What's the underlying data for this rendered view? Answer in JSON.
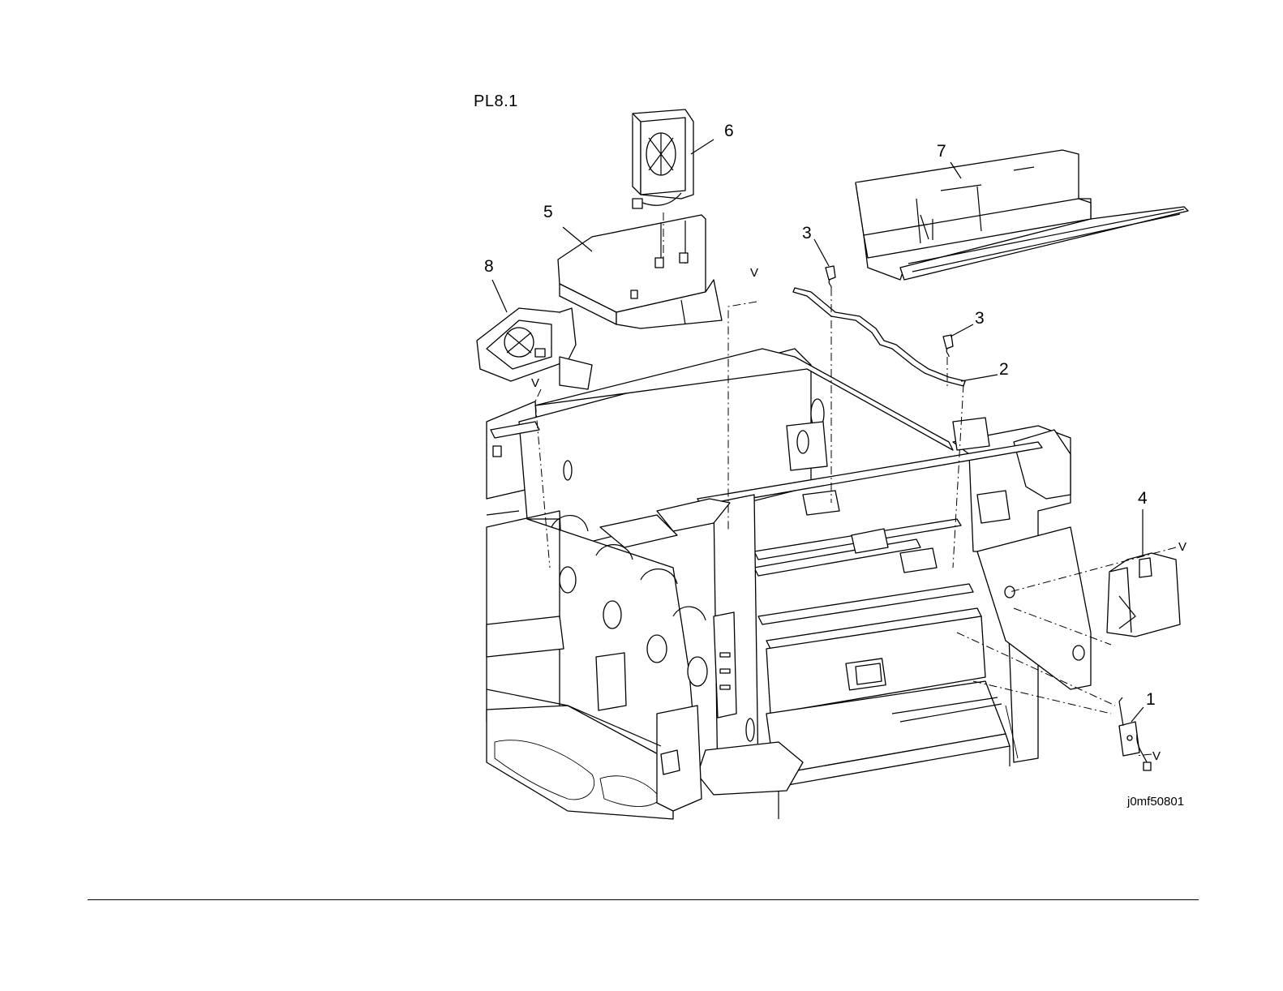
{
  "plate": {
    "title": "PL8.1",
    "figure_code": "j0mf50801"
  },
  "callouts": [
    {
      "id": "1",
      "label": "1"
    },
    {
      "id": "2",
      "label": "2"
    },
    {
      "id": "3a",
      "label": "3"
    },
    {
      "id": "3b",
      "label": "3"
    },
    {
      "id": "4",
      "label": "4"
    },
    {
      "id": "5",
      "label": "5"
    },
    {
      "id": "6",
      "label": "6"
    },
    {
      "id": "7",
      "label": "7"
    },
    {
      "id": "8",
      "label": "8"
    }
  ],
  "connection_marks": {
    "v5": "V",
    "v8": "V",
    "v4": "V",
    "v1": "V"
  }
}
